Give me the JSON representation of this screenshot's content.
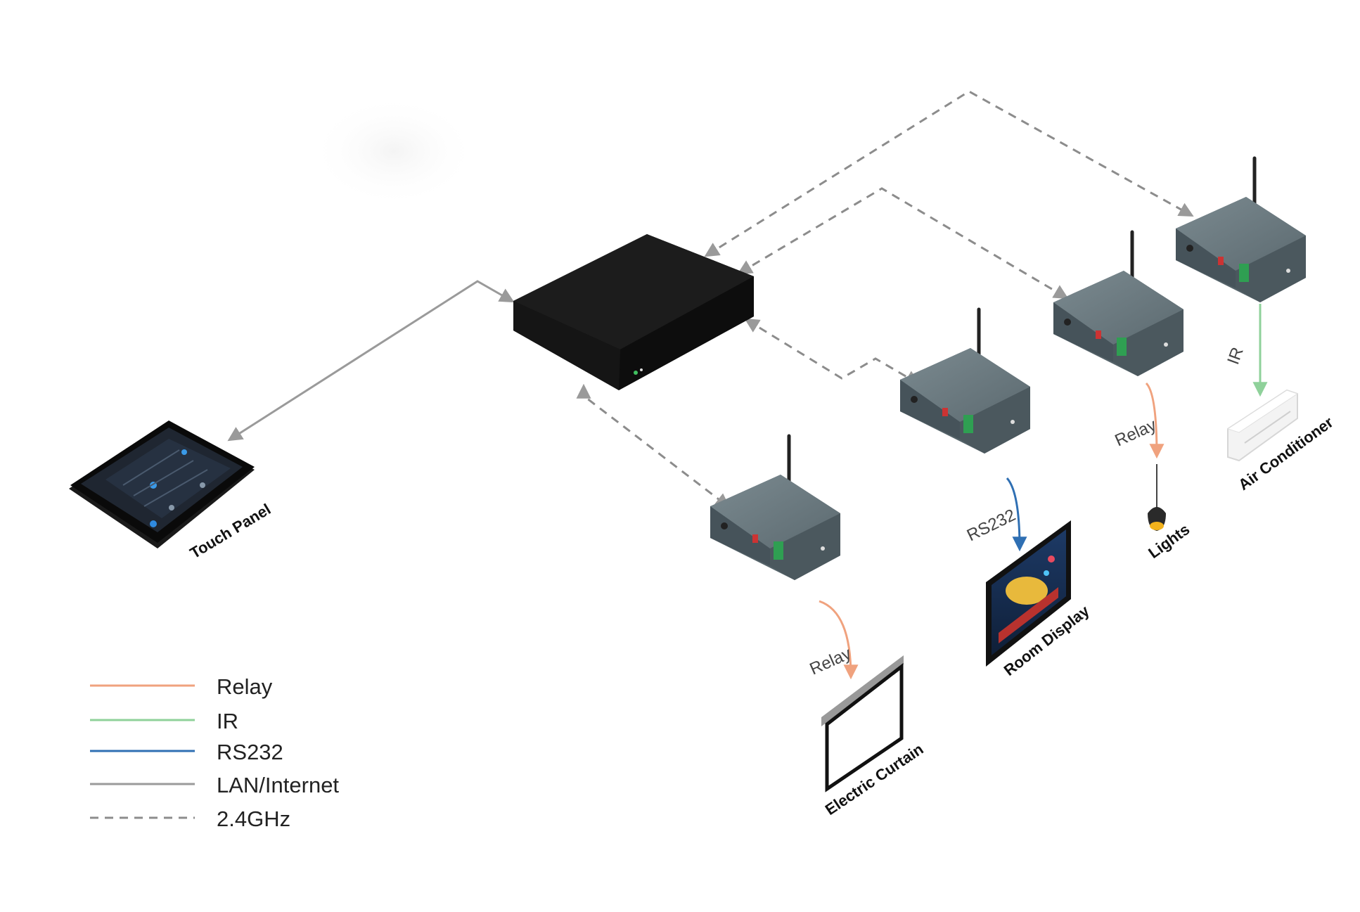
{
  "devices": {
    "touch_panel": "Touch Panel",
    "electric_curtain": "Electric Curtain",
    "room_display": "Room Display",
    "lights": "Lights",
    "air_conditioner": "Air Conditioner"
  },
  "connection_labels": {
    "curtain": "Relay",
    "display": "RS232",
    "lights": "Relay",
    "ac": "IR"
  },
  "legend": [
    {
      "label": "Relay",
      "color": "#f0a27e",
      "style": "solid"
    },
    {
      "label": "IR",
      "color": "#8fd19a",
      "style": "solid"
    },
    {
      "label": "RS232",
      "color": "#2f6fb3",
      "style": "solid"
    },
    {
      "label": "LAN/Internet",
      "color": "#9a9a9a",
      "style": "solid"
    },
    {
      "label": "2.4GHz",
      "color": "#8c8c8c",
      "style": "dashed"
    }
  ]
}
